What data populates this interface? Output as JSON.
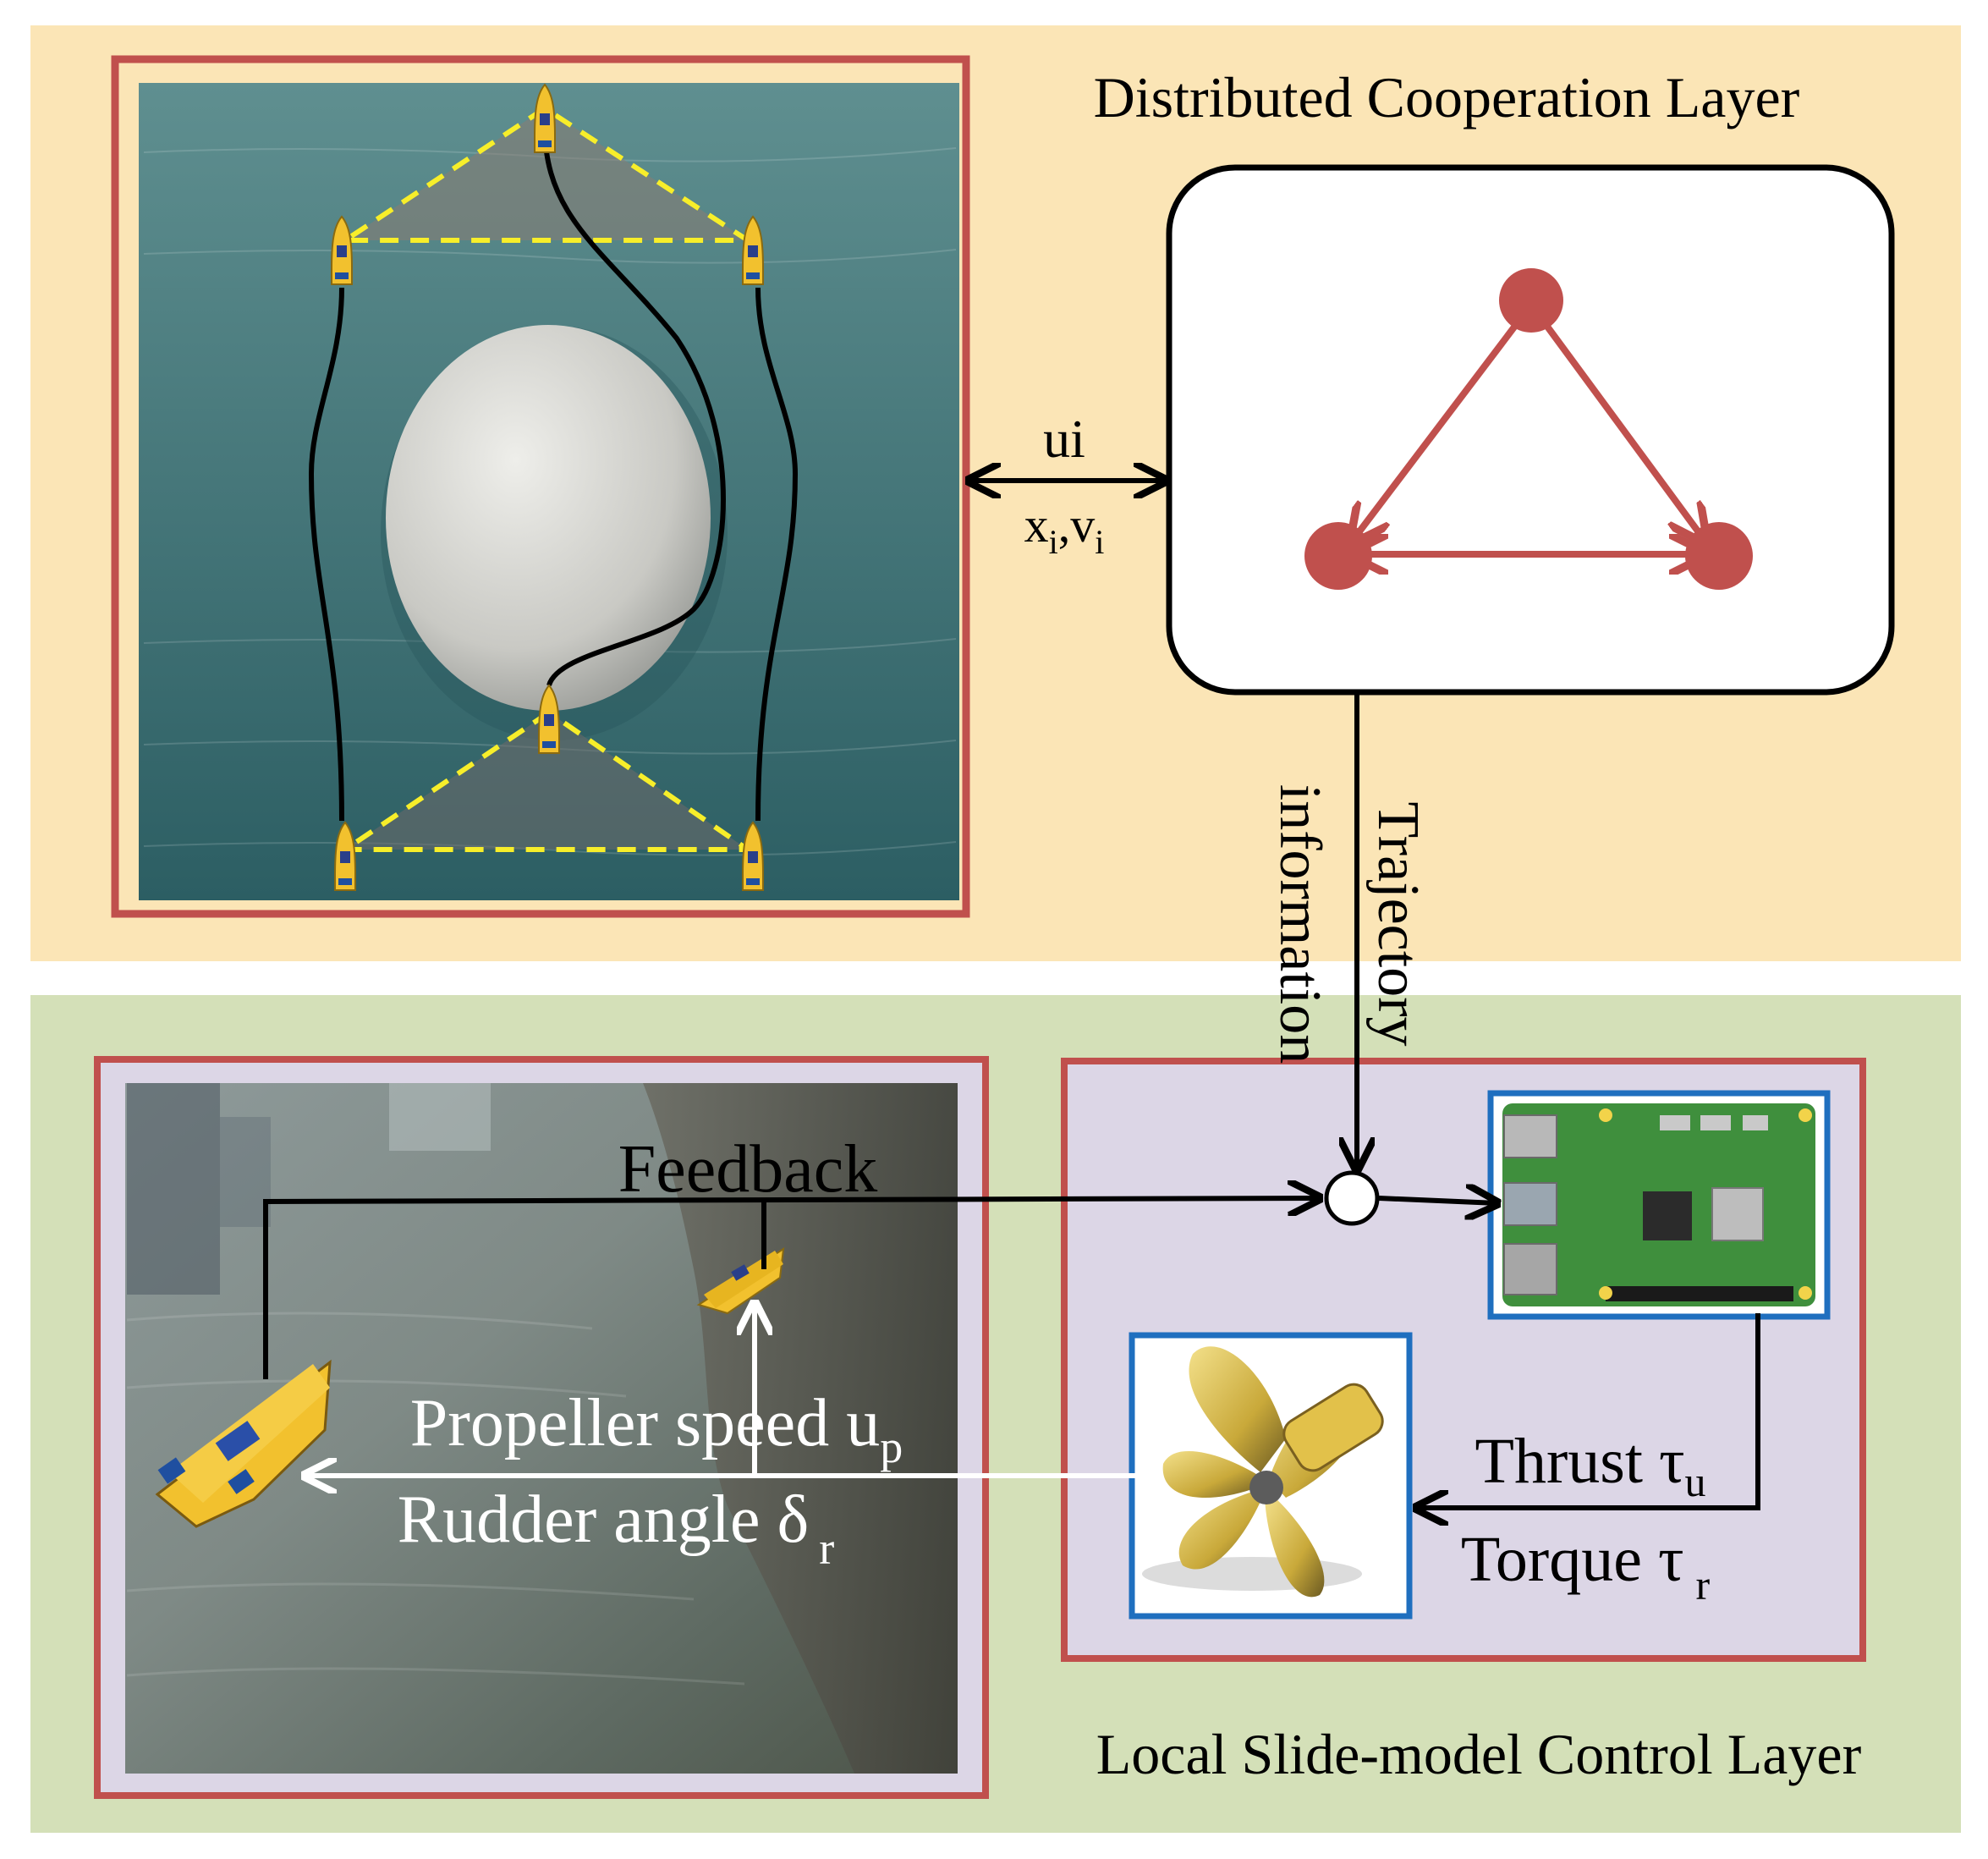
{
  "top_layer": {
    "title": "Distributed Cooperation Layer",
    "background": "#fbe5b6"
  },
  "bottom_layer": {
    "title": "Local Slide-model Control Layer",
    "background": "#d4e0b8"
  },
  "link": {
    "label_top": "ui",
    "label_bottom_x": "x",
    "label_bottom_x_sub": "i",
    "label_bottom_sep": ",",
    "label_bottom_v": "v",
    "label_bottom_v_sub": "i"
  },
  "trajectory": {
    "line1": "Trajectory",
    "line2": "information"
  },
  "feedback": {
    "label": "Feedback"
  },
  "actuation": {
    "propeller_label": "Propeller speed u",
    "propeller_sub": "p",
    "rudder_label": "Rudder angle  δ",
    "rudder_sub": "r"
  },
  "forces": {
    "thrust_label": "Thrust τ",
    "thrust_sub": "u",
    "torque_label": "Torque τ",
    "torque_sub": "r"
  },
  "colors": {
    "frame_red": "#c0504d",
    "node_red": "#c0504d",
    "panel_lavender": "#dcd6e6",
    "water_teal": "#3d6e72",
    "boat_yellow": "#f2c12e",
    "formation_yellow": "#f7ee2a",
    "board_blue": "#1f6fbf"
  },
  "icons": [
    "boat-icon",
    "stone-icon",
    "propeller-icon",
    "circuit-board-icon",
    "summing-junction-icon"
  ]
}
